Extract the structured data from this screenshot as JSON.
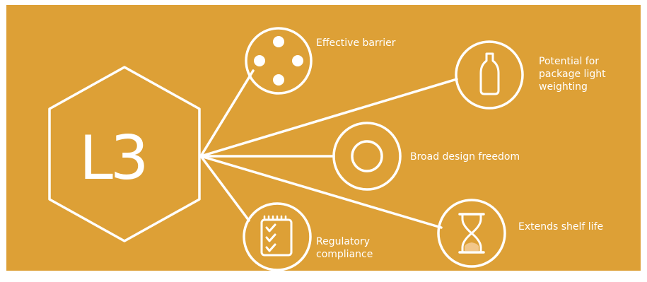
{
  "colors": {
    "background": "#DDA036",
    "foreground": "#FFFFFF",
    "accent": "#F2C78A"
  },
  "center": {
    "label": "L3"
  },
  "benefits": [
    {
      "label": "Effective barrier",
      "icon": "dots-barrier-icon"
    },
    {
      "label": "Potential for\npackage light\nweighting",
      "icon": "bottle-icon"
    },
    {
      "label": "Broad design freedom",
      "icon": "ring-icon"
    },
    {
      "label": "Extends shelf life",
      "icon": "hourglass-icon"
    },
    {
      "label": "Regulatory\ncompliance",
      "icon": "checklist-icon"
    }
  ]
}
